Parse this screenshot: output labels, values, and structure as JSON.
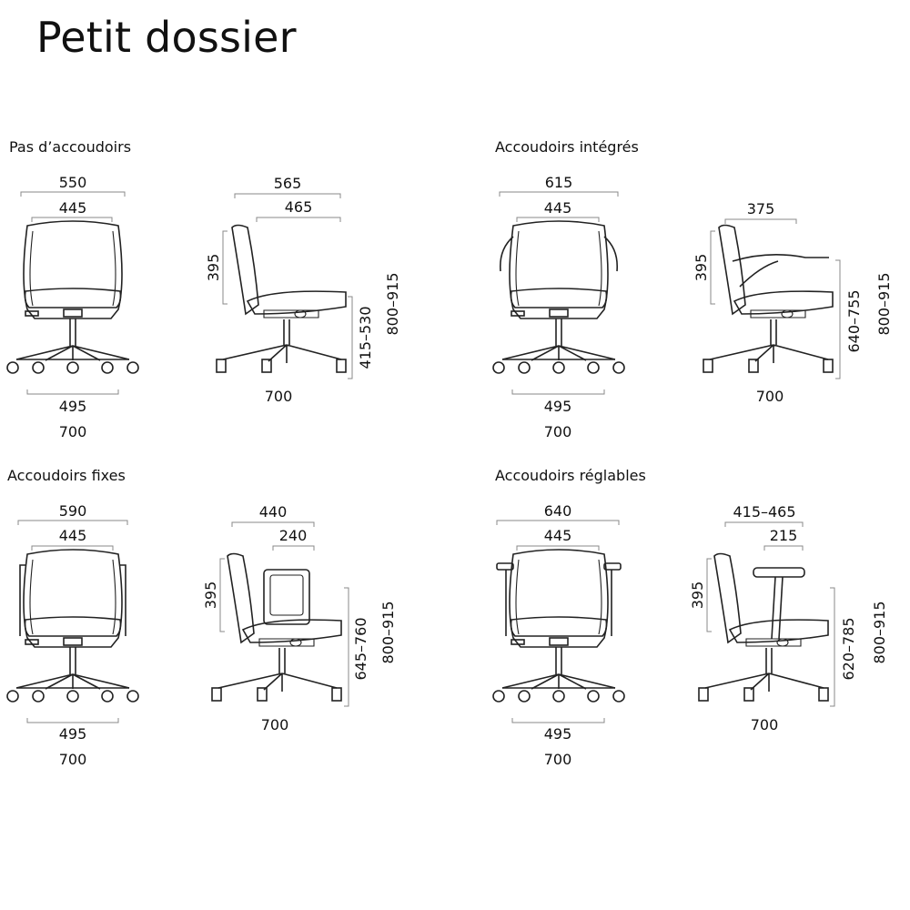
{
  "title": "Petit dossier",
  "groups": {
    "g1": {
      "label": "Pas d’accoudoirs",
      "front": {
        "outer": "550",
        "inner": "445",
        "base": "495",
        "base_total": "700"
      },
      "side": {
        "top": "565",
        "second": "465",
        "back_height": "395",
        "seat_height": "415–530",
        "total_height": "800–915",
        "base": "700"
      }
    },
    "g2": {
      "label": "Accoudoirs intégrés",
      "front": {
        "outer": "615",
        "inner": "445",
        "base": "495",
        "base_total": "700"
      },
      "side": {
        "top": "375",
        "back_height": "395",
        "seat_height": "640–755",
        "total_height": "800–915",
        "base": "700"
      }
    },
    "g3": {
      "label": "Accoudoirs fixes",
      "front": {
        "outer": "590",
        "inner": "445",
        "base": "495",
        "base_total": "700"
      },
      "side": {
        "top": "440",
        "second": "240",
        "back_height": "395",
        "seat_height": "645–760",
        "total_height": "800–915",
        "base": "700"
      }
    },
    "g4": {
      "label": "Accoudoirs réglables",
      "front": {
        "outer": "640",
        "inner": "445",
        "base": "495",
        "base_total": "700"
      },
      "side": {
        "top": "415–465",
        "second": "215",
        "back_height": "395",
        "seat_height": "620–785",
        "total_height": "800–915",
        "base": "700"
      }
    }
  }
}
